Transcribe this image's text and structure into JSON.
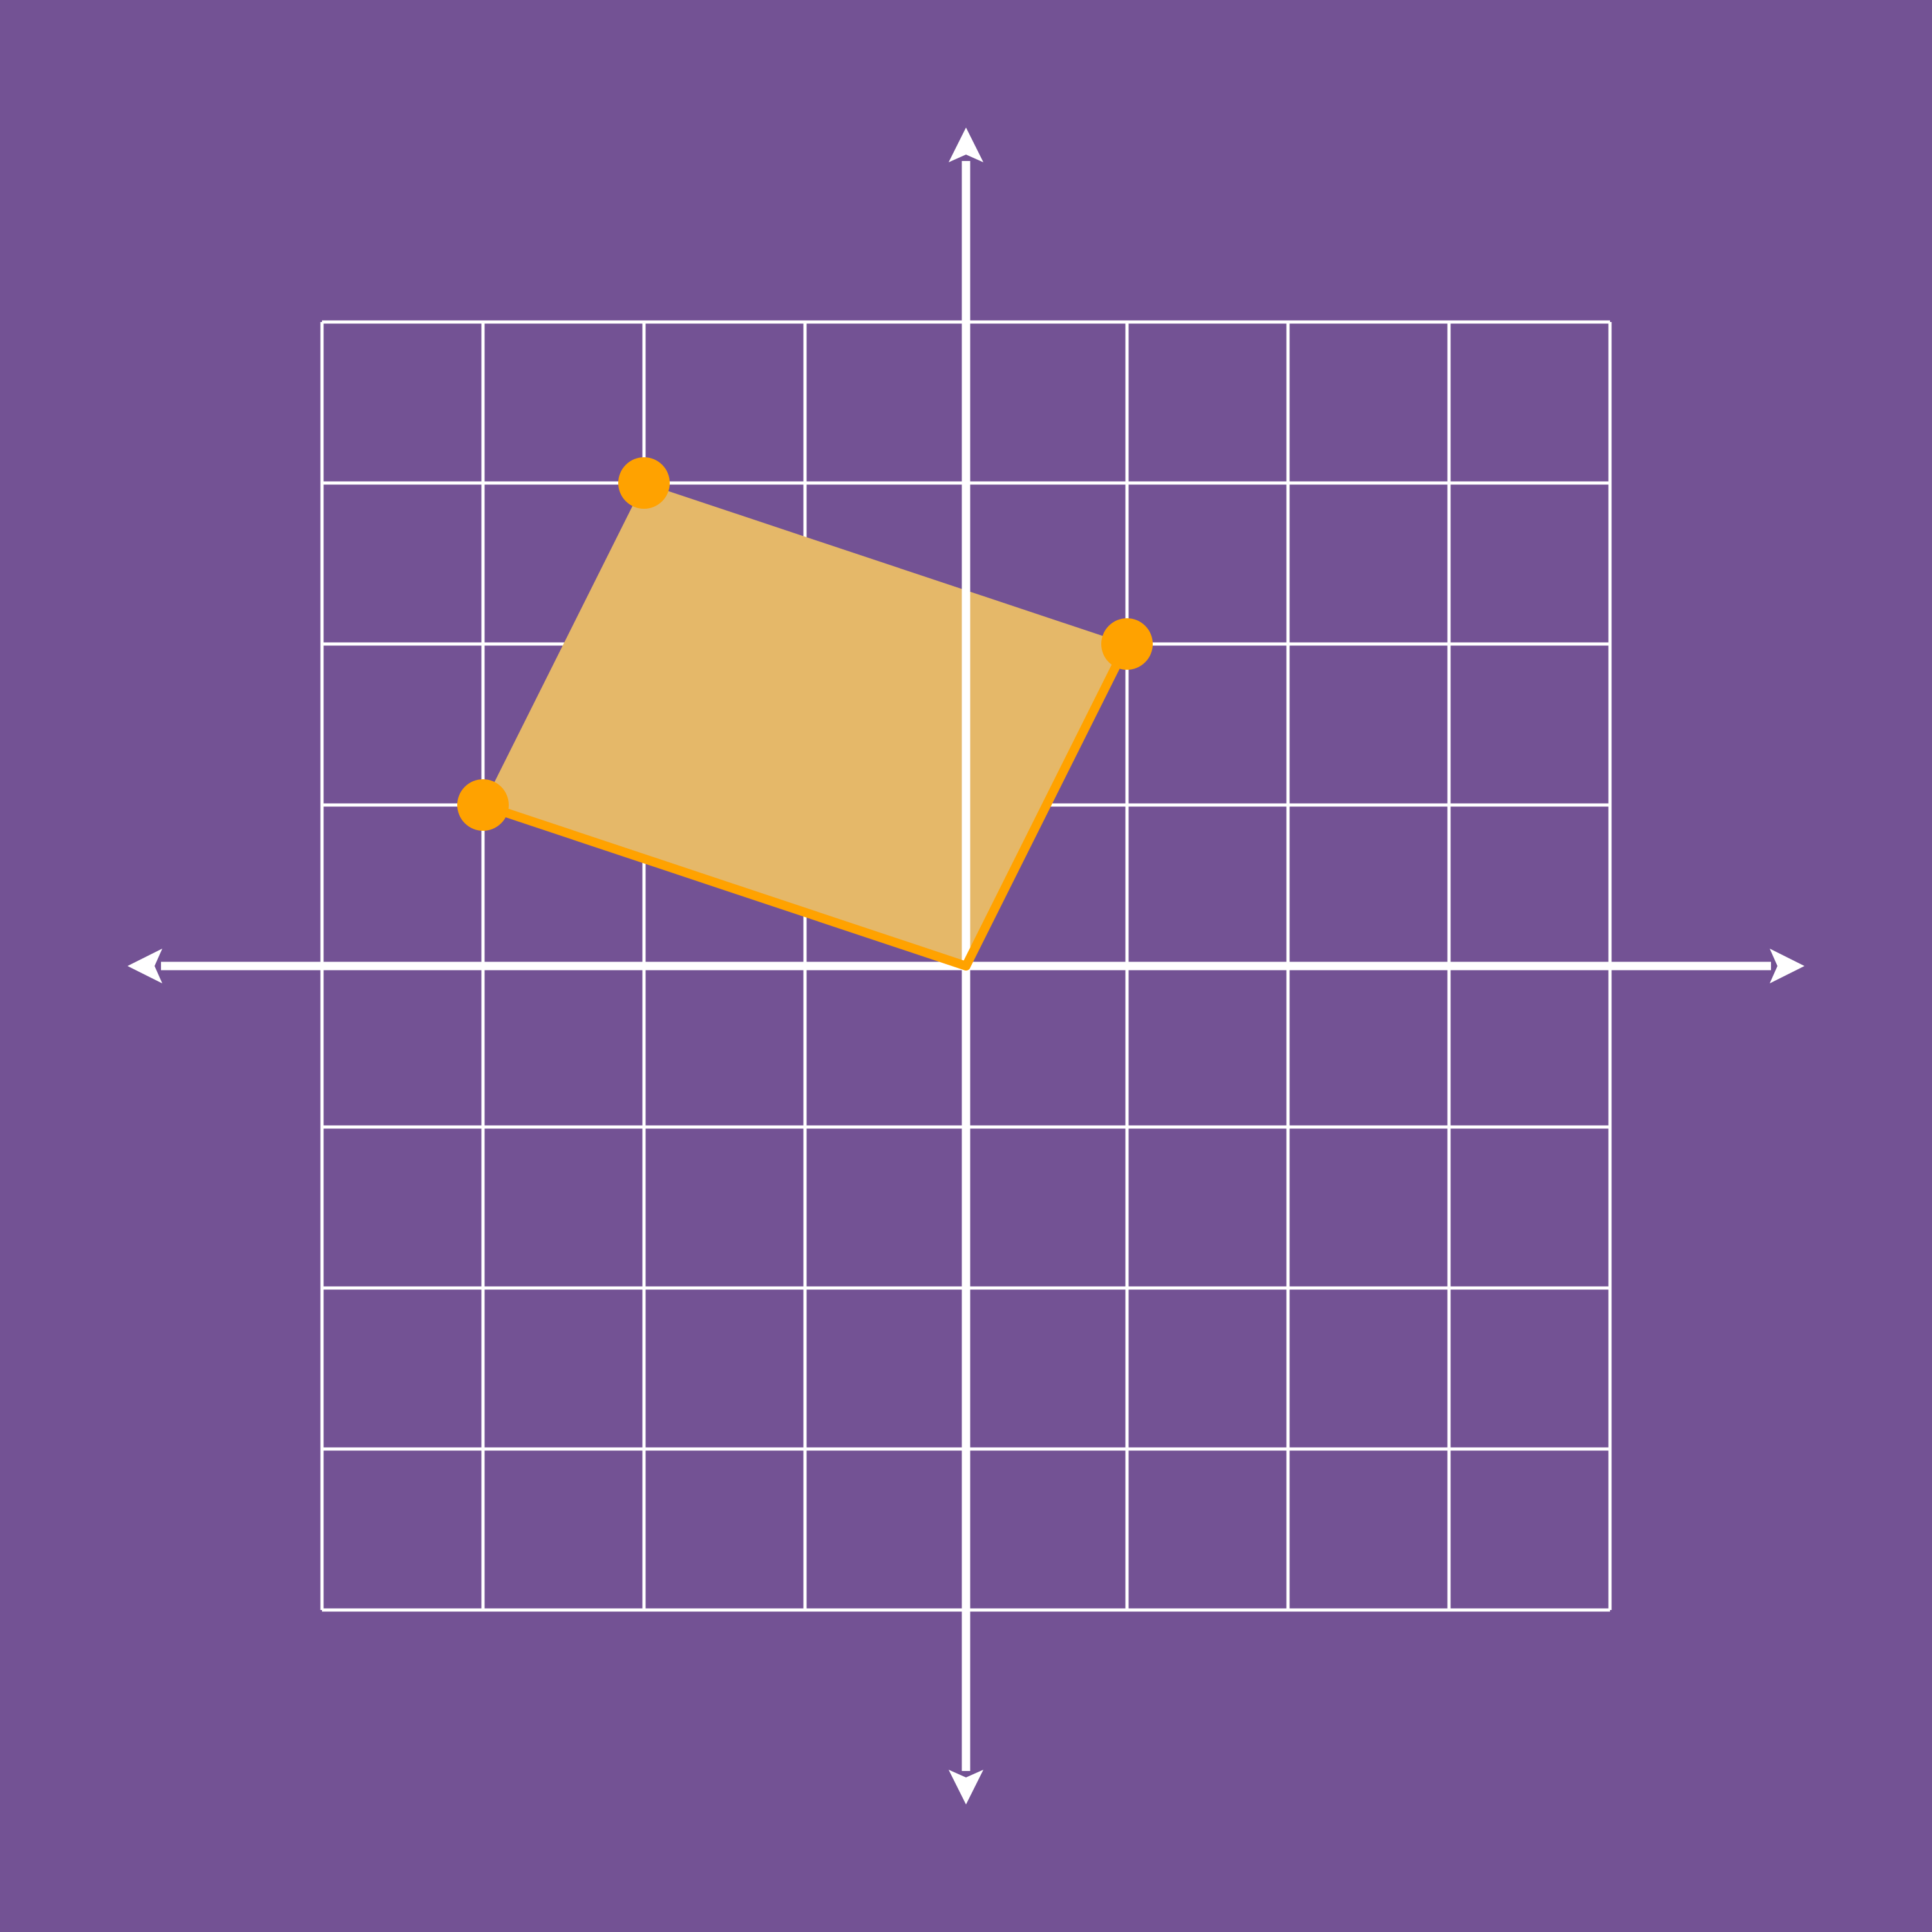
{
  "colors": {
    "background": "#735294",
    "grid": "#ffffff",
    "axes": "#ffffff",
    "shape_fill": "#e5b869",
    "shape_stroke": "#ffa200",
    "vertex": "#ffa200"
  },
  "plane": {
    "x_range": [
      -4,
      4
    ],
    "y_range": [
      -4,
      4
    ],
    "grid_step": 1,
    "axes": true,
    "axis_arrows": true,
    "tick_labels": false
  },
  "quadrilateral": {
    "vertices": [
      {
        "x": -2,
        "y": 3
      },
      {
        "x": 1,
        "y": 2
      },
      {
        "x": 0,
        "y": 0
      },
      {
        "x": -3,
        "y": 1
      }
    ],
    "highlighted_edges": [
      [
        1,
        2
      ],
      [
        2,
        3
      ]
    ],
    "draggable_vertices": [
      0,
      1,
      3
    ]
  }
}
